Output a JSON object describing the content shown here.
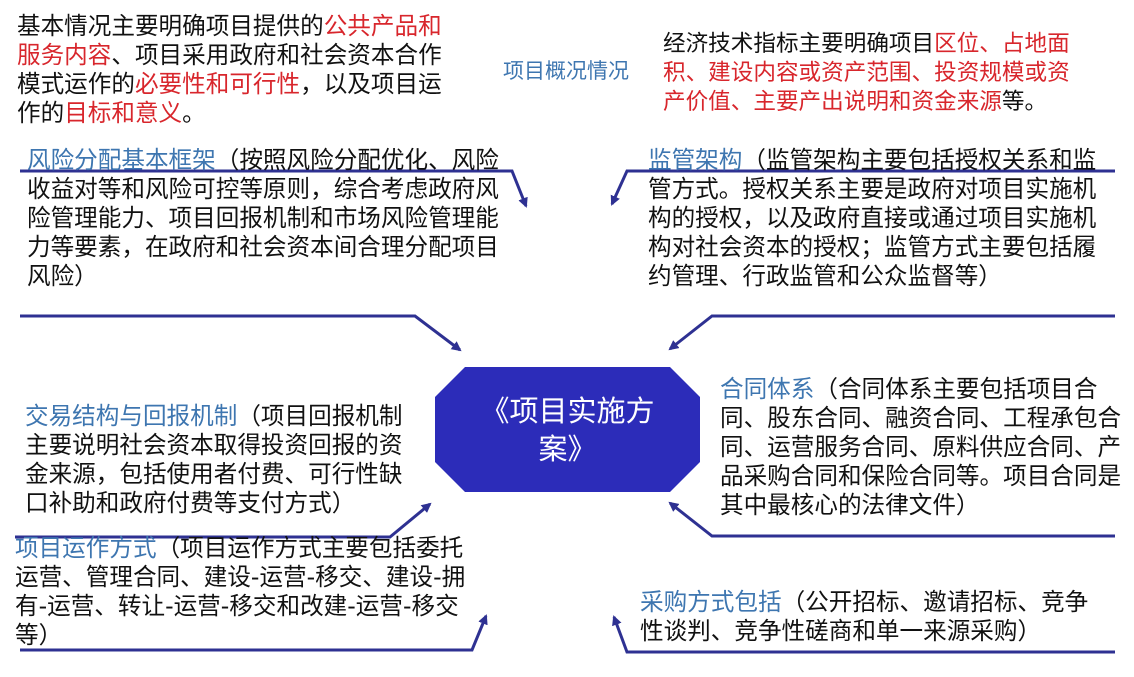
{
  "center": {
    "title": "《项目实施方案》"
  },
  "overview_label": "项目概况情况",
  "basic_info": {
    "s1": "基本情况主要明确项目提供的",
    "s2": "公共产品和服务内容",
    "s3": "、项目采用政府和社会资本合作模式运作的",
    "s4": "必要性和可行性",
    "s5": "，以及项目运作的",
    "s6": "目标和意义",
    "s7": "。"
  },
  "econ_tech": {
    "s1": "经济技术指标主要明确项目",
    "s2": "区位、占地面积、建设内容或资产范围、投资规模或资产价值、主要产出说明和资金来源",
    "s3": "等。"
  },
  "risk": {
    "label": "风险分配基本框架",
    "text": "（按照风险分配优化、风险收益对等和风险可控等原则，综合考虑政府风险管理能力、项目回报机制和市场风险管理能力等要素，在政府和社会资本间合理分配项目风险）"
  },
  "supervision": {
    "label": "监管架构",
    "text": "（监管架构主要包括授权关系和监管方式。授权关系主要是政府对项目实施机构的授权，以及政府直接或通过项目实施机构对社会资本的授权；监管方式主要包括履约管理、行政监管和公众监督等）"
  },
  "transaction": {
    "label": "交易结构与回报机制",
    "text": "（项目回报机制主要说明社会资本取得投资回报的资金来源，包括使用者付费、可行性缺口补助和政府付费等支付方式）"
  },
  "operation": {
    "label": "项目运作方式",
    "text": "（项目运作方式主要包括委托运营、管理合同、建设-运营-移交、建设-拥有-运营、转让-运营-移交和改建-运营-移交等）"
  },
  "contract": {
    "label": "合同体系",
    "text": "（合同体系主要包括项目合同、股东合同、融资合同、工程承包合同、运营服务合同、原料供应合同、产品采购合同和保险合同等。项目合同是其中最核心的法律文件）"
  },
  "procurement": {
    "label": "采购方式包括",
    "text": "（公开招标、邀请招标、竞争性谈判、竞争性磋商和单一来源采购）"
  },
  "colors": {
    "line": "#2e3192",
    "center": "#2c2cb9",
    "highlight": "#d8262c",
    "label": "#3e76b0"
  }
}
